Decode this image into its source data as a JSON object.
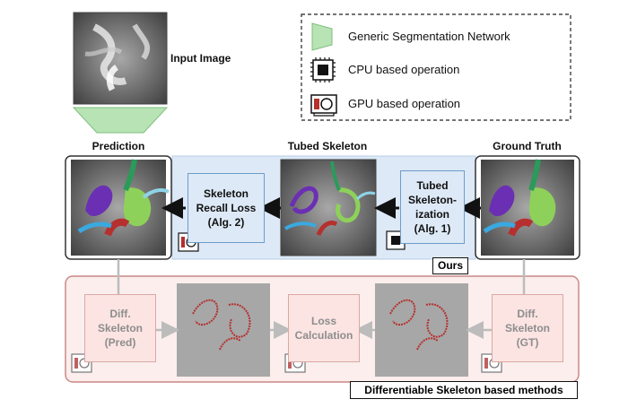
{
  "input": {
    "label": "Input Image"
  },
  "legend": {
    "items": [
      {
        "label": "Generic Segmentation Network",
        "icon": "trapezoid-network-icon"
      },
      {
        "label": "CPU based operation",
        "icon": "cpu-chip-icon"
      },
      {
        "label": "GPU based operation",
        "icon": "gpu-card-icon"
      }
    ]
  },
  "ours": {
    "prediction_label": "Prediction",
    "tubed_skeleton_label": "Tubed Skeleton",
    "ground_truth_label": "Ground Truth",
    "skeleton_recall_loss": [
      "Skeleton",
      "Recall Loss",
      "(Alg. 2)"
    ],
    "tubed_skeletonization": [
      "Tubed",
      "Skeleton-",
      "ization",
      "(Alg. 1)"
    ],
    "tag": "Ours"
  },
  "baseline": {
    "diff_pred": [
      "Diff.",
      "Skeleton",
      "(Pred)"
    ],
    "loss_calc": [
      "Loss",
      "Calculation"
    ],
    "diff_gt": [
      "Diff.",
      "Skeleton",
      "(GT)"
    ],
    "tag": "Differentiable Skeleton based methods"
  },
  "colors": {
    "ours_panel": "#dde9f7",
    "baseline_panel": "#fbeeed",
    "network_green": "#b7e3b5",
    "gpu_red": "#b5302e"
  }
}
